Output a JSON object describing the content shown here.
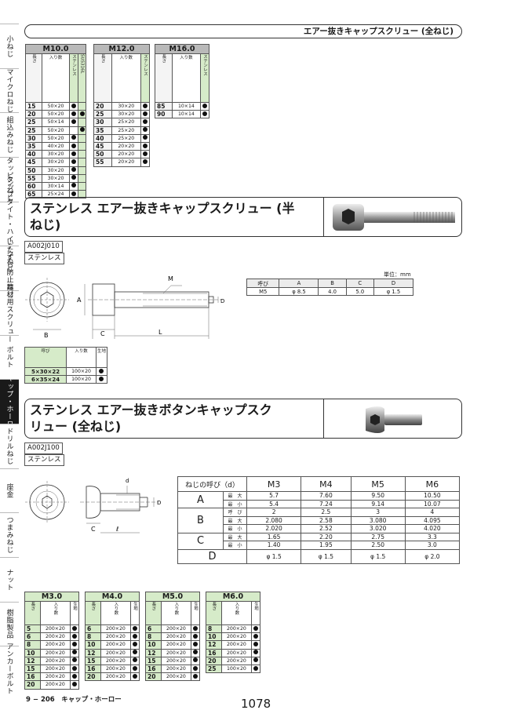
{
  "side_tabs": [
    {
      "label": "小ねじ",
      "active": false
    },
    {
      "label": "マイクロねじ",
      "active": false
    },
    {
      "label": "組込みねじ",
      "active": false
    },
    {
      "label": "タッピンねじ",
      "active": false
    },
    {
      "label": "タップタイト・ハイテクねじ",
      "active": false
    },
    {
      "label": "いたずら防止ねじ",
      "active": false
    },
    {
      "label": "建材用スクリュー",
      "active": false
    },
    {
      "label": "ボルト",
      "active": false
    },
    {
      "label": "キャップ・ホーロー",
      "active": true
    },
    {
      "label": "ドリルねじ",
      "active": false
    },
    {
      "label": "座金",
      "active": false
    },
    {
      "label": "つまみねじ",
      "active": false
    },
    {
      "label": "ナット",
      "active": false
    },
    {
      "label": "樹脂製品",
      "active": false
    },
    {
      "label": "アンカーボルト",
      "active": false
    }
  ],
  "page_title": "エアー抜きキャップスクリュー (全ねじ)",
  "top_tables": [
    {
      "size": "M10.0",
      "col_len": "長さ",
      "col_qty": "入り数",
      "materials": [
        "ステンレス",
        "SUS316L"
      ],
      "rows": [
        [
          "15",
          "50×20",
          true,
          false
        ],
        [
          "20",
          "50×20",
          true,
          true
        ],
        [
          "25",
          "50×14",
          true,
          false
        ],
        [
          "25",
          "50×20",
          false,
          true
        ],
        [
          "30",
          "50×20",
          true,
          false
        ],
        [
          "35",
          "40×20",
          true,
          false
        ],
        [
          "40",
          "30×20",
          true,
          false
        ],
        [
          "45",
          "30×20",
          true,
          false
        ],
        [
          "50",
          "30×20",
          true,
          false
        ],
        [
          "55",
          "30×20",
          true,
          false
        ],
        [
          "60",
          "30×14",
          true,
          false
        ],
        [
          "65",
          "25×24",
          true,
          false
        ]
      ]
    },
    {
      "size": "M12.0",
      "col_len": "長さ",
      "col_qty": "入り数",
      "materials": [
        "ステンレス"
      ],
      "rows": [
        [
          "20",
          "30×20",
          true
        ],
        [
          "25",
          "30×20",
          true
        ],
        [
          "30",
          "25×20",
          true
        ],
        [
          "35",
          "25×20",
          true
        ],
        [
          "40",
          "25×20",
          true
        ],
        [
          "45",
          "20×20",
          true
        ],
        [
          "50",
          "20×20",
          true
        ],
        [
          "55",
          "20×20",
          true
        ]
      ]
    },
    {
      "size": "M16.0",
      "col_len": "長さ",
      "col_qty": "入り数",
      "materials": [
        "ステンレス"
      ],
      "rows": [
        [
          "85",
          "10×14",
          true
        ],
        [
          "90",
          "10×14",
          true
        ]
      ]
    }
  ],
  "product1": {
    "title_line1": "ステンレス エアー抜きキャップスクリュー (半",
    "title_line2": "ねじ)",
    "code": "A002J010",
    "material": "ステンレス",
    "unit": "単位：mm",
    "dim_header": [
      "呼び",
      "A",
      "B",
      "C",
      "D"
    ],
    "dim_row": [
      "M5",
      "φ 8.5",
      "4.0",
      "5.0",
      "φ 1.5"
    ],
    "drawing_labels": {
      "m": "M",
      "a": "A",
      "b": "B",
      "c": "C",
      "l": "L",
      "d": "D"
    },
    "table_header": [
      "呼び",
      "入り数",
      "生地"
    ],
    "rows": [
      [
        "5×30×22",
        "100×20",
        true
      ],
      [
        "6×35×24",
        "100×20",
        true
      ]
    ]
  },
  "product2": {
    "title_line1": "ステンレス エアー抜きボタンキャップスク",
    "title_line2": "リュー (全ねじ)",
    "code": "A002J100",
    "material": "ステンレス",
    "drawing_labels": {
      "d_small": "d",
      "d_big": "D",
      "c": "C",
      "l": "ℓ"
    },
    "spec_header": [
      "ねじの呼び（d）",
      "M3",
      "M4",
      "M5",
      "M6"
    ],
    "spec_rows": [
      {
        "group": "A",
        "sub": "最　大",
        "vals": [
          "5.7",
          "7.60",
          "9.50",
          "10.50"
        ]
      },
      {
        "group": "",
        "sub": "最　小",
        "vals": [
          "5.4",
          "7.24",
          "9.14",
          "10.07"
        ]
      },
      {
        "group": "B",
        "sub": "呼　び",
        "vals": [
          "2",
          "2.5",
          "3",
          "4"
        ]
      },
      {
        "group": "",
        "sub": "最　大",
        "vals": [
          "2.080",
          "2.58",
          "3.080",
          "4.095"
        ]
      },
      {
        "group": "",
        "sub": "最　小",
        "vals": [
          "2.020",
          "2.52",
          "3.020",
          "4.020"
        ]
      },
      {
        "group": "C",
        "sub": "最　大",
        "vals": [
          "1.65",
          "2.20",
          "2.75",
          "3.3"
        ]
      },
      {
        "group": "",
        "sub": "最　小",
        "vals": [
          "1.40",
          "1.95",
          "2.50",
          "3.0"
        ]
      },
      {
        "group": "D",
        "sub": "",
        "vals": [
          "φ 1.5",
          "φ 1.5",
          "φ 1.5",
          "φ 2.0"
        ]
      }
    ],
    "size_tables": [
      {
        "size": "M3.0",
        "col_len": "長さ",
        "col_qty": "入り数",
        "col_mat": "生地",
        "rows": [
          [
            "5",
            "200×20"
          ],
          [
            "6",
            "200×20"
          ],
          [
            "8",
            "200×20"
          ],
          [
            "10",
            "200×20"
          ],
          [
            "12",
            "200×20"
          ],
          [
            "15",
            "200×20"
          ],
          [
            "16",
            "200×20"
          ],
          [
            "20",
            "200×20"
          ]
        ]
      },
      {
        "size": "M4.0",
        "col_len": "長さ",
        "col_qty": "入り数",
        "col_mat": "生地",
        "rows": [
          [
            "6",
            "200×20"
          ],
          [
            "8",
            "200×20"
          ],
          [
            "10",
            "200×20"
          ],
          [
            "12",
            "200×20"
          ],
          [
            "15",
            "200×20"
          ],
          [
            "16",
            "200×20"
          ],
          [
            "20",
            "200×20"
          ]
        ]
      },
      {
        "size": "M5.0",
        "col_len": "長さ",
        "col_qty": "入り数",
        "col_mat": "生地",
        "rows": [
          [
            "6",
            "200×20"
          ],
          [
            "8",
            "200×20"
          ],
          [
            "10",
            "200×20"
          ],
          [
            "12",
            "200×20"
          ],
          [
            "15",
            "200×20"
          ],
          [
            "16",
            "200×20"
          ],
          [
            "20",
            "200×20"
          ]
        ]
      },
      {
        "size": "M6.0",
        "col_len": "長さ",
        "col_qty": "入り数",
        "col_mat": "生地",
        "rows": [
          [
            "8",
            "200×20"
          ],
          [
            "10",
            "200×20"
          ],
          [
            "12",
            "200×20"
          ],
          [
            "16",
            "200×20"
          ],
          [
            "20",
            "200×20"
          ],
          [
            "25",
            "100×20"
          ]
        ]
      }
    ]
  },
  "footer": {
    "page_ref": "9 − 206",
    "section": "キャップ・ホーロー",
    "page_number": "1078"
  }
}
